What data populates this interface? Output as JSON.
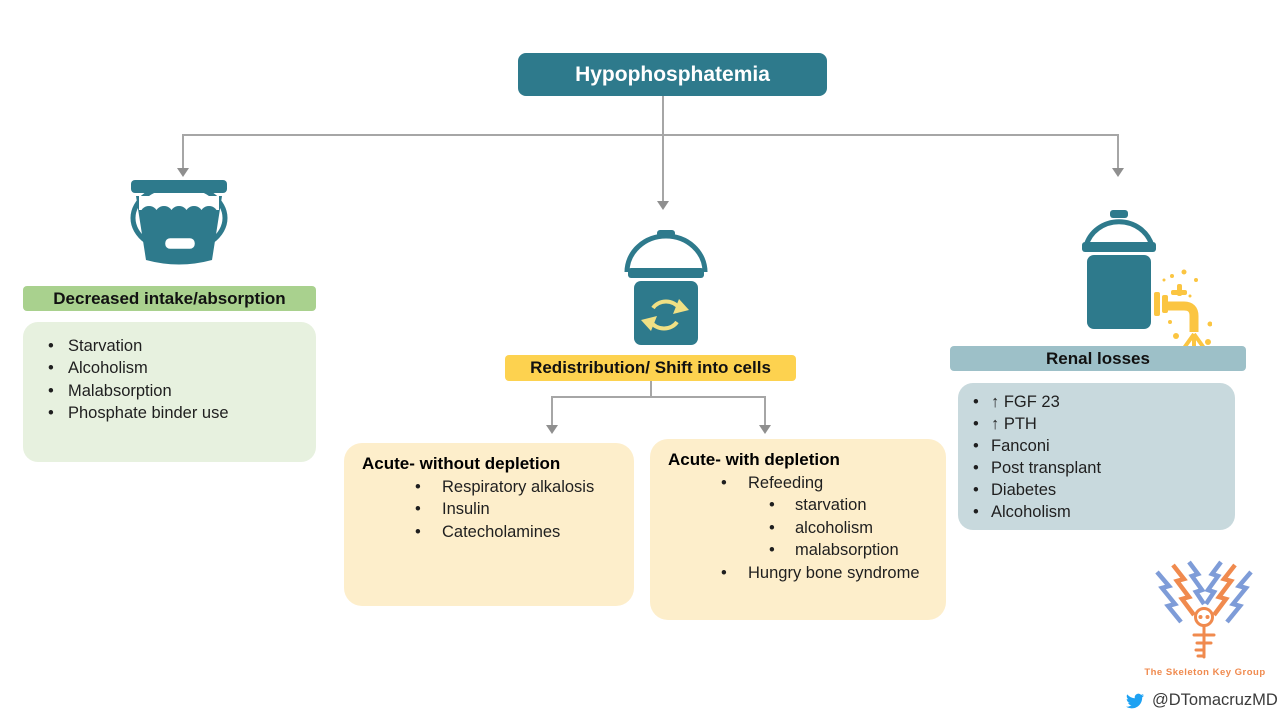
{
  "title": "Hypophosphatemia",
  "branches": {
    "left": {
      "label": "Decreased intake/absorption",
      "icon": "bucket-water-icon",
      "items": [
        "Starvation",
        "Alcoholism",
        "Malabsorption",
        "Phosphate binder use"
      ]
    },
    "middle": {
      "label": "Redistribution/ Shift into cells",
      "icon": "bucket-shift-arrows-icon",
      "boxes": [
        {
          "heading": "Acute- without depletion",
          "items": [
            "Respiratory alkalosis",
            "Insulin",
            "Catecholamines"
          ]
        },
        {
          "heading": "Acute- with depletion",
          "items": [
            {
              "text": "Refeeding",
              "children": [
                "starvation",
                "alcoholism",
                "malabsorption"
              ]
            },
            {
              "text": "Hungry bone syndrome",
              "children": []
            }
          ]
        }
      ]
    },
    "right": {
      "label": "Renal losses",
      "icon": "bucket-faucet-icon",
      "items": [
        "↑ FGF 23",
        "↑ PTH",
        "Fanconi",
        "Post transplant",
        "Diabetes",
        "Alcoholism"
      ]
    }
  },
  "footer": {
    "logo_text": "The Skeleton Key Group",
    "twitter_handle": "@DTomacruzMD"
  },
  "colors": {
    "teal": "#2e7a8c",
    "connector_gray": "#a6a6a6",
    "left_label_bg": "#a9d18e",
    "left_box_bg": "#e7f1df",
    "middle_label_bg": "#fdd24f",
    "middle_box_bg": "#fdeecb",
    "right_label_bg": "#9dc0c8",
    "right_box_bg": "#c8d9dd",
    "icon_accent_yellow": "#fbc541",
    "icon_arrow_pale_yellow": "#f0e084",
    "logo_blue": "#7e9cd8",
    "logo_orange": "#f08a4e",
    "twitter_blue": "#1da1f2"
  }
}
